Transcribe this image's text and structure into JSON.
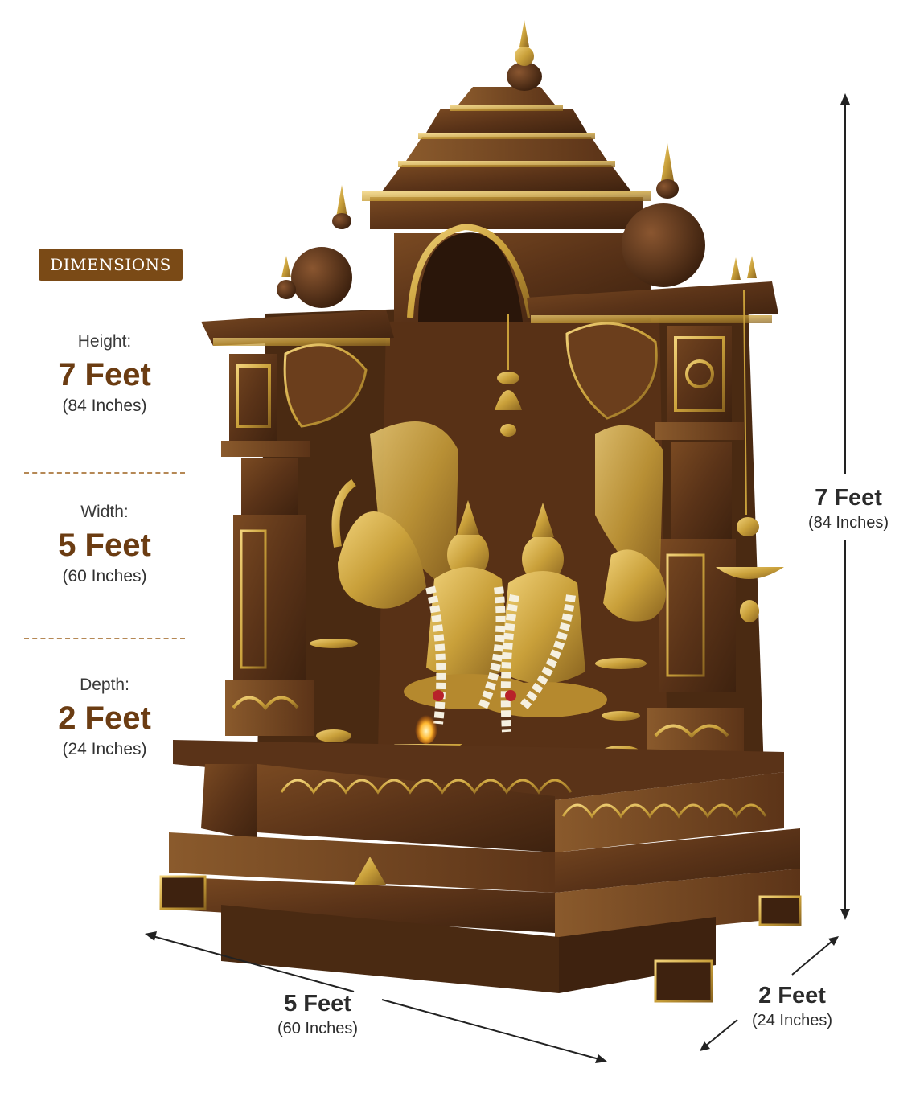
{
  "badge": "DIMENSIONS",
  "dimensions": [
    {
      "label": "Height:",
      "value": "7 Feet",
      "inches": "(84 Inches)"
    },
    {
      "label": "Width:",
      "value": "5 Feet",
      "inches": "(60 Inches)"
    },
    {
      "label": "Depth:",
      "value": "2 Feet",
      "inches": "(24 Inches)"
    }
  ],
  "arrows": {
    "height": {
      "value": "7 Feet",
      "inches": "(84 Inches)"
    },
    "width": {
      "value": "5 Feet",
      "inches": "(60 Inches)"
    },
    "depth": {
      "value": "2 Feet",
      "inches": "(24 Inches)"
    }
  },
  "colors": {
    "badge_bg": "#7a4a16",
    "accent_text": "#6b3c12",
    "wood_dark": "#4a2a12",
    "wood_mid": "#6b3e1c",
    "gold": "#c9a03a"
  }
}
